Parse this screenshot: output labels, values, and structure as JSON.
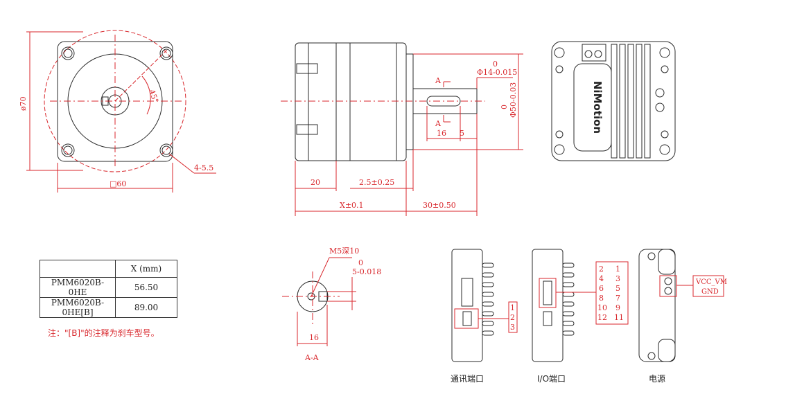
{
  "front_view": {
    "dim_diameter": "ø70",
    "dim_square": "□60",
    "dim_holes": "4-5.5",
    "dim_angle": "45°"
  },
  "side_view": {
    "dim_shaft_tol_upper": "0",
    "dim_shaft": "Φ14-0.015",
    "dim_flange_tol_upper": "0",
    "dim_flange": "Φ50-0.03",
    "dim_key_len": "16",
    "dim_key_off": "5",
    "dim_20": "20",
    "dim_step": "2.5±0.25",
    "dim_x": "X±0.1",
    "dim_shaft_len": "30±0.50",
    "section_a": "A"
  },
  "section_view": {
    "thread_label": "M5深10",
    "key_tol_upper": "0",
    "key_width": "5-0.018",
    "dim_16": "16",
    "title": "A-A"
  },
  "table": {
    "header": [
      "",
      "X (mm)"
    ],
    "rows": [
      [
        "PMM6020B-0HE",
        "56.50"
      ],
      [
        "PMM6020B-0HE[B]",
        "89.00"
      ]
    ]
  },
  "note": "注：\"[B]\"的注释为刹车型号。",
  "logo_text": "NiMotion",
  "ports": {
    "comm": {
      "caption": "通讯端口",
      "pins": [
        "1",
        "2",
        "3"
      ]
    },
    "io": {
      "caption": "I/O端口",
      "pins": [
        "2",
        "1",
        "4",
        "3",
        "6",
        "5",
        "8",
        "7",
        "10",
        "9",
        "12",
        "11"
      ]
    },
    "power": {
      "caption": "电源",
      "pins": [
        "VCC_VM",
        "GND"
      ]
    }
  }
}
